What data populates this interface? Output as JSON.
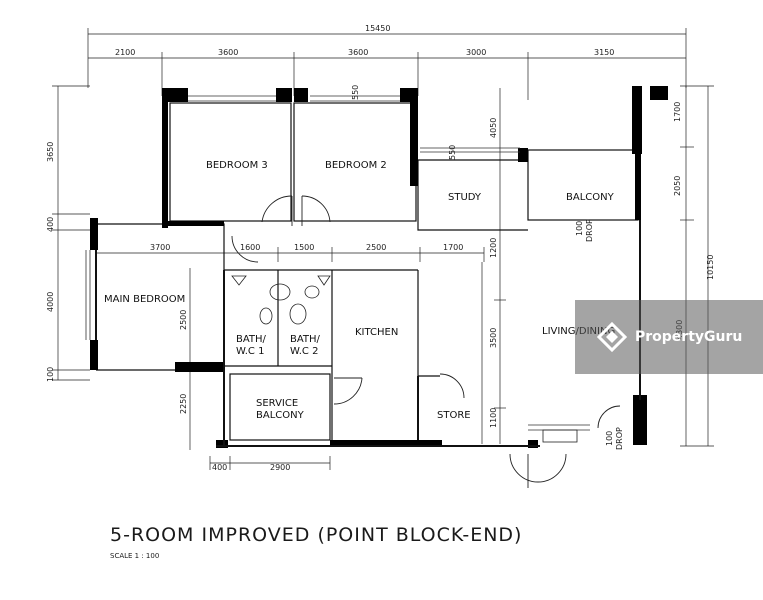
{
  "title": "5-ROOM IMPROVED (POINT BLOCK-END)",
  "scale": "SCALE 1 : 100",
  "watermark": "PropertyGuru",
  "rooms": {
    "bedroom3": "BEDROOM 3",
    "bedroom2": "BEDROOM 2",
    "study": "STUDY",
    "balcony": "BALCONY",
    "main_bedroom": "MAIN BEDROOM",
    "bath1_a": "BATH/",
    "bath1_b": "W.C 1",
    "bath2_a": "BATH/",
    "bath2_b": "W.C 2",
    "kitchen": "KITCHEN",
    "living": "LIVING/DINING",
    "service_a": "SERVICE",
    "service_b": "BALCONY",
    "store": "STORE"
  },
  "dims": {
    "total": "15450",
    "top_2100": "2100",
    "top_3600a": "3600",
    "top_3600b": "3600",
    "top_3000": "3000",
    "top_3150": "3150",
    "d_550a": "550",
    "d_550b": "550",
    "d_4050": "4050",
    "mid_3700": "3700",
    "mid_1600": "1600",
    "mid_1500": "1500",
    "mid_2500": "2500",
    "mid_1700": "1700",
    "d_1200": "1200",
    "d_3500": "3500",
    "d_1100": "1100",
    "left_3650": "3650",
    "left_400": "400",
    "left_4000": "4000",
    "left_100": "100",
    "d_2500": "2500",
    "d_2250": "2250",
    "bot_400": "400",
    "bot_2900": "2900",
    "right_1700": "1700",
    "right_2050": "2050",
    "right_10150": "10150",
    "right_4300": "4300",
    "drop1": "100",
    "drop1b": "DROP",
    "drop2": "100",
    "drop2b": "DROP"
  }
}
